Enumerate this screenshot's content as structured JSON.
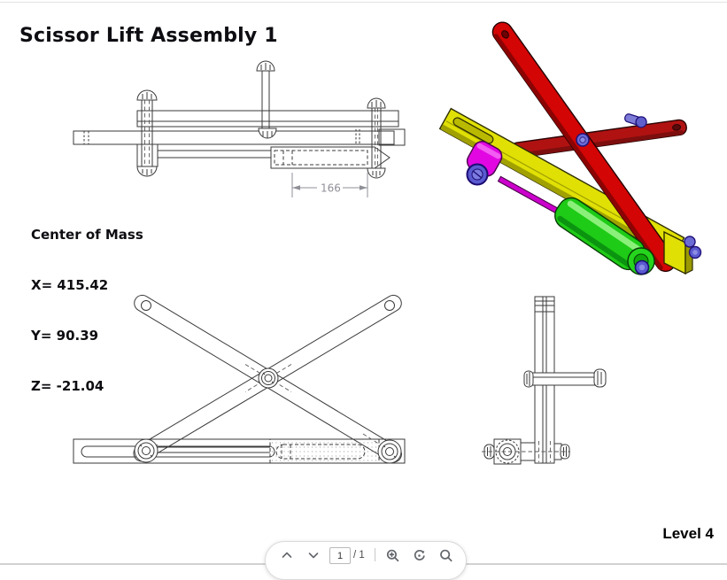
{
  "page": {
    "title": "Scissor Lift Assembly 1",
    "level_label": "Level 4",
    "background_color": "#ffffff"
  },
  "center_of_mass": {
    "heading": "Center of Mass",
    "x_line": "X= 415.42",
    "y_line": "Y= 90.39",
    "z_line": "Z= -21.04"
  },
  "drawing": {
    "dimension_label": "166",
    "views": [
      "top-view",
      "isometric-color-view",
      "front-view",
      "side-view"
    ],
    "part_colors": {
      "front_arm_red": "#d40505",
      "back_arm_dark_red": "#b01212",
      "base_bar_yellow": "#e0e005",
      "actuator_body_magenta": "#e207e2",
      "actuator_rod_magenta": "#cc00cc",
      "cylinder_green": "#1ecb16",
      "fastener_purple": "#6b6bd4",
      "drawing_line": "#3a3a3a",
      "dimension_gray": "#8f8f98"
    }
  },
  "toolbar": {
    "page_value": "1",
    "page_total": "/ 1",
    "icons": [
      "chevron-up",
      "chevron-down",
      "zoom-in",
      "rotate",
      "magnifier"
    ]
  }
}
